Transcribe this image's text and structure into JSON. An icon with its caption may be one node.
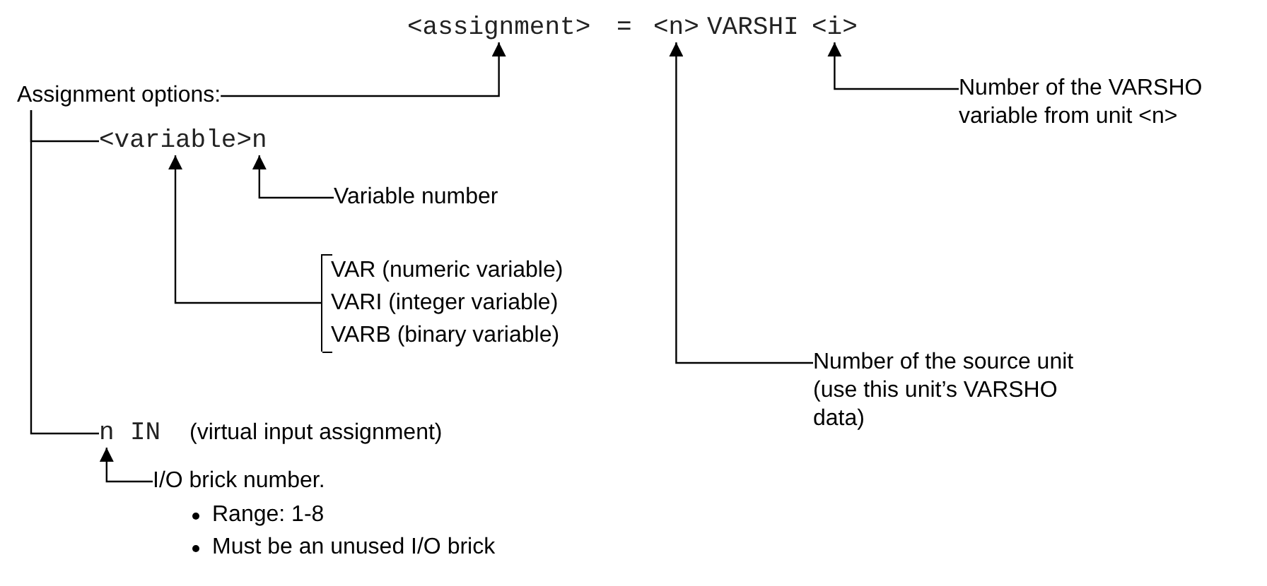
{
  "diagram": {
    "nodes": [
      {
        "text": [
          "<assignment>"
        ]
      },
      {
        "text": [
          "<n>"
        ]
      },
      {
        "text": [
          "VARSHI"
        ]
      },
      {
        "text": [
          "<i>"
        ]
      },
      {
        "text": [
          "Assignment options:"
        ]
      },
      {
        "text": [
          "<variable>"
        ]
      },
      {
        "text": [
          "n"
        ]
      },
      {
        "text": [
          "Variable number"
        ]
      },
      {
        "text": [
          "VAR (numeric variable)",
          "VARI (integer variable)",
          "VARB (binary variable)"
        ]
      },
      {
        "text": [
          "n"
        ]
      },
      {
        "text": [
          "IN"
        ],
        "beside": [
          "(virtual input assignment)"
        ]
      },
      {
        "text": [
          "I/O brick number.",
          "Range: 1-8",
          "Must be an unused I/O brick"
        ]
      },
      {
        "text": [
          "Number of the VARSHO variable from unit <n>"
        ]
      },
      {
        "text": [
          "Number of the source unit (use this unit’s VARSHO data)"
        ]
      }
    ],
    "edges": [
      {
        "from": 4,
        "to": 0,
        "arrow": "to"
      },
      {
        "from": 4,
        "to": 5,
        "arrow": "none"
      },
      {
        "from": 4,
        "to": 9,
        "arrow": "none"
      },
      {
        "from": 7,
        "to": 6,
        "arrow": "to"
      },
      {
        "from": 8,
        "to": 5,
        "arrow": "to"
      },
      {
        "from": 13,
        "to": 1,
        "arrow": "to"
      },
      {
        "from": 12,
        "to": 3,
        "arrow": "to"
      },
      {
        "from": 11,
        "to": 9,
        "arrow": "to"
      }
    ],
    "labels": [
      "="
    ]
  }
}
